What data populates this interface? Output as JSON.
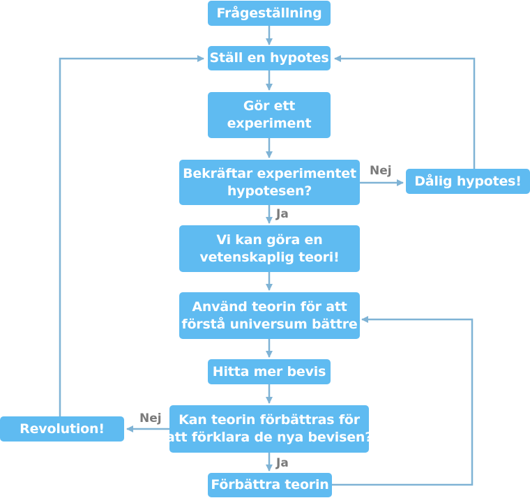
{
  "nodes": {
    "question": [
      "Frågeställning"
    ],
    "hypothesis": [
      "Ställ en hypotes"
    ],
    "experiment": [
      "Gör ett",
      "experiment"
    ],
    "confirm": [
      "Bekräftar experimentet",
      "hypotesen?"
    ],
    "bad_hypothesis": [
      "Dålig hypotes!"
    ],
    "theory": [
      "Vi kan göra en",
      "vetenskaplig teori!"
    ],
    "use_theory": [
      "Använd teorin för att",
      "förstå universum bättre"
    ],
    "find_evidence": [
      "Hitta mer bevis"
    ],
    "improve_question": [
      "Kan teorin förbättras för",
      "att förklara de nya bevisen?"
    ],
    "revolution": [
      "Revolution!"
    ],
    "improve_theory": [
      "Förbättra teorin"
    ]
  },
  "edge_labels": {
    "confirm_no": "Nej",
    "confirm_yes": "Ja",
    "improve_no": "Nej",
    "improve_yes": "Ja"
  },
  "colors": {
    "box": "#5fbbf1",
    "box_text": "#ffffff",
    "arrow": "#7fb3d5",
    "edge_label": "#7a7a7a"
  }
}
